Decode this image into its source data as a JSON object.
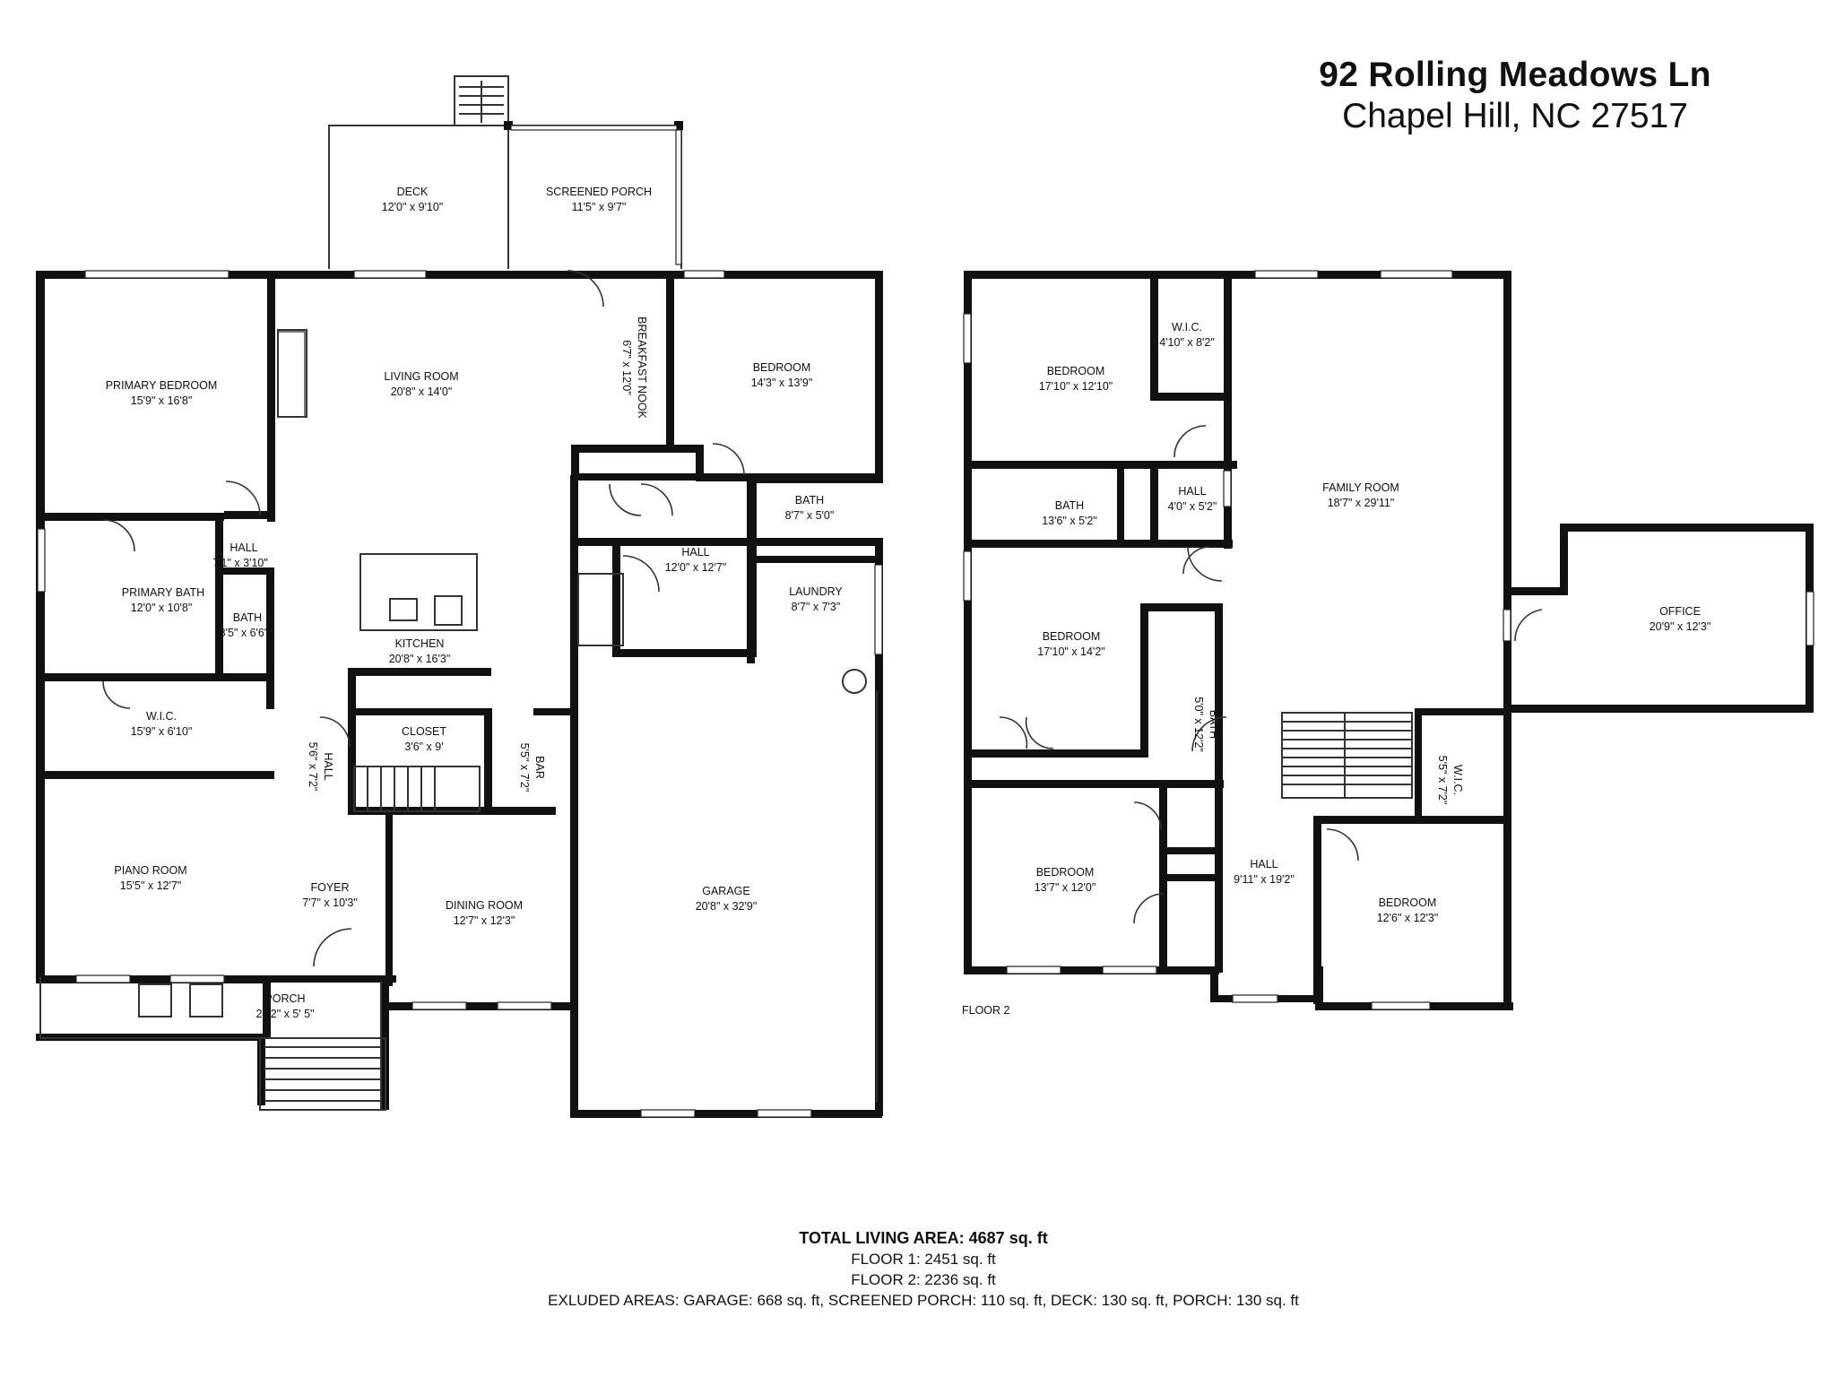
{
  "address": {
    "street": "92 Rolling Meadows Ln",
    "city": "Chapel Hill, NC 27517"
  },
  "floor_labels": {
    "floor2": "FLOOR 2"
  },
  "totals": {
    "total_living": "TOTAL LIVING AREA: 4687 sq. ft",
    "floor1": "FLOOR 1: 2451 sq. ft",
    "floor2": "FLOOR 2: 2236 sq. ft",
    "excluded": "EXLUDED AREAS: GARAGE: 668 sq. ft, SCREENED PORCH: 110 sq. ft, DECK: 130 sq. ft, PORCH: 130 sq. ft"
  },
  "rooms": {
    "deck": {
      "name": "DECK",
      "dim": "12'0\" x 9'10\""
    },
    "screened_porch": {
      "name": "SCREENED PORCH",
      "dim": "11'5\" x 9'7\""
    },
    "primary_bedroom": {
      "name": "PRIMARY BEDROOM",
      "dim": "15'9\" x 16'8\""
    },
    "living_room": {
      "name": "LIVING ROOM",
      "dim": "20'8\" x 14'0\""
    },
    "breakfast_nook": {
      "name": "BREAKFAST NOOK",
      "dim": "6'7\" x 12'0\""
    },
    "bedroom_f1": {
      "name": "BEDROOM",
      "dim": "14'3\" x 13'9\""
    },
    "hall_small": {
      "name": "HALL",
      "dim": "7'1\" x 3'10\""
    },
    "primary_bath": {
      "name": "PRIMARY BATH",
      "dim": "12'0\" x 10'8\""
    },
    "bath_small": {
      "name": "BATH",
      "dim": "8'5\" x 6'6\""
    },
    "kitchen": {
      "name": "KITCHEN",
      "dim": "20'8\" x 16'3\""
    },
    "hall_center": {
      "name": "HALL",
      "dim": "12'0\" x 12'7\""
    },
    "bath_f1": {
      "name": "BATH",
      "dim": "8'7\" x 5'0\""
    },
    "laundry": {
      "name": "LAUNDRY",
      "dim": "8'7\" x 7'3\""
    },
    "wic_f1": {
      "name": "W.I.C.",
      "dim": "15'9\" x 6'10\""
    },
    "closet": {
      "name": "CLOSET",
      "dim": "3'6\" x 9'"
    },
    "hall_vert": {
      "name": "HALL",
      "dim": "5'6\" x 7'2\""
    },
    "bar": {
      "name": "BAR",
      "dim": "5'5\" x 7'2\""
    },
    "piano_room": {
      "name": "PIANO ROOM",
      "dim": "15'5\" x 12'7\""
    },
    "foyer": {
      "name": "FOYER",
      "dim": "7'7\" x 10'3\""
    },
    "dining_room": {
      "name": "DINING ROOM",
      "dim": "12'7\" x 12'3\""
    },
    "garage": {
      "name": "GARAGE",
      "dim": "20'8\" x 32'9\""
    },
    "porch": {
      "name": "PORCH",
      "dim": "24'2\" x 5' 5\""
    },
    "bedroom_f2_a": {
      "name": "BEDROOM",
      "dim": "17'10\" x 12'10\""
    },
    "wic_f2_a": {
      "name": "W.I.C.",
      "dim": "4'10\" x 8'2\""
    },
    "family_room": {
      "name": "FAMILY ROOM",
      "dim": "18'7\" x 29'11\""
    },
    "bath_f2_a": {
      "name": "BATH",
      "dim": "13'6\" x 5'2\""
    },
    "hall_f2_small": {
      "name": "HALL",
      "dim": "4'0\" x 5'2\""
    },
    "office": {
      "name": "OFFICE",
      "dim": "20'9\" x 12'3\""
    },
    "bedroom_f2_b": {
      "name": "BEDROOM",
      "dim": "17'10\" x 14'2\""
    },
    "bath_f2_b": {
      "name": "BATH",
      "dim": "5'0\" x 12'2\""
    },
    "wic_f2_b": {
      "name": "W.I.C.",
      "dim": "5'5\" x 7'2\""
    },
    "bedroom_f2_c": {
      "name": "BEDROOM",
      "dim": "13'7\" x 12'0\""
    },
    "hall_f2": {
      "name": "HALL",
      "dim": "9'11\" x 19'2\""
    },
    "bedroom_f2_d": {
      "name": "BEDROOM",
      "dim": "12'6\" x 12'3\""
    }
  }
}
